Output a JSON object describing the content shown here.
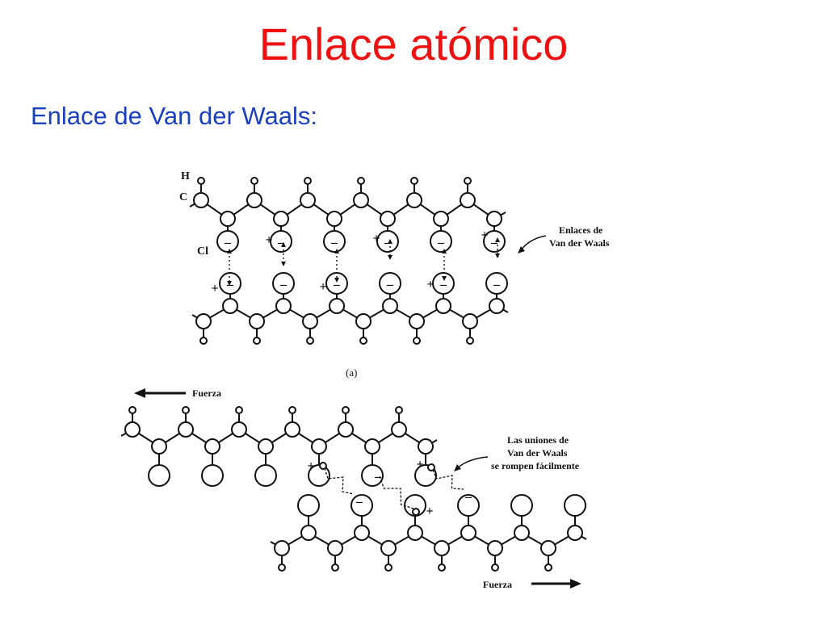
{
  "slide": {
    "title": "Enlace atómico",
    "subtitle": "Enlace de Van der Waals:"
  },
  "diagram": {
    "atom_labels": {
      "h": "H",
      "c": "C",
      "cl": "Cl"
    },
    "caption_a": "(a)",
    "callout_a": [
      "Enlaces de",
      "Van der Waals"
    ],
    "callout_b": [
      "Las uniones de",
      "Van der Waals",
      "se rompen fácilmente"
    ],
    "force_left": "Fuerza",
    "force_right": "Fuerza",
    "plus": "+",
    "minus": "–"
  }
}
